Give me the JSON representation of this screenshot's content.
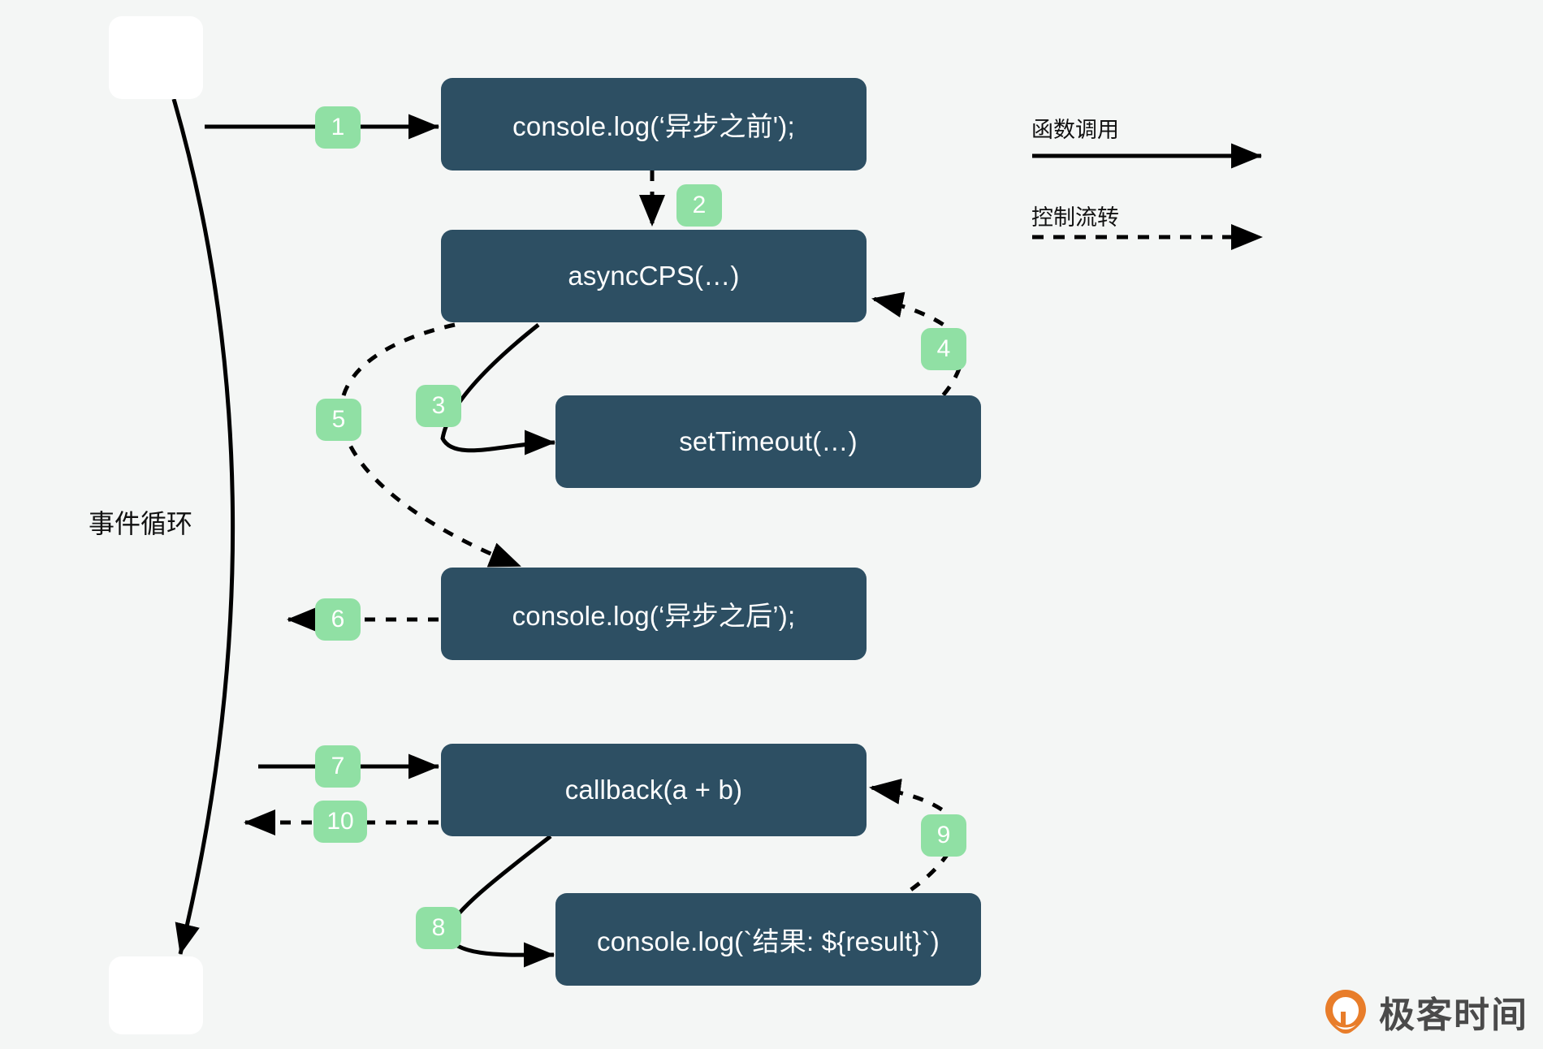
{
  "diagram": {
    "title_label": "事件循环",
    "nodes": [
      {
        "id": "log-before",
        "label": "console.log(‘异步之前');"
      },
      {
        "id": "asynccps",
        "label": "asyncCPS(…)"
      },
      {
        "id": "settimeout",
        "label": "setTimeout(…)"
      },
      {
        "id": "log-after",
        "label": "console.log(‘异步之后’);"
      },
      {
        "id": "callback",
        "label": "callback(a + b)"
      },
      {
        "id": "log-result",
        "label": "console.log(`结果: ${result}`)"
      }
    ],
    "step_badges": [
      {
        "n": "1",
        "from": "event-loop-start",
        "to": "log-before",
        "kind": "call"
      },
      {
        "n": "2",
        "from": "log-before",
        "to": "asynccps",
        "kind": "control"
      },
      {
        "n": "3",
        "from": "asynccps",
        "to": "settimeout",
        "kind": "call"
      },
      {
        "n": "4",
        "from": "settimeout",
        "to": "asynccps",
        "kind": "control"
      },
      {
        "n": "5",
        "from": "asynccps",
        "to": "log-after",
        "kind": "control"
      },
      {
        "n": "6",
        "from": "log-after",
        "to": "event-loop",
        "kind": "control"
      },
      {
        "n": "7",
        "from": "event-loop",
        "to": "callback",
        "kind": "call"
      },
      {
        "n": "8",
        "from": "callback",
        "to": "log-result",
        "kind": "call"
      },
      {
        "n": "9",
        "from": "log-result",
        "to": "callback",
        "kind": "control"
      },
      {
        "n": "10",
        "from": "callback",
        "to": "event-loop",
        "kind": "control"
      }
    ],
    "legend": [
      {
        "label": "函数调用",
        "style": "solid"
      },
      {
        "label": "控制流转",
        "style": "dashed"
      }
    ]
  },
  "watermark": {
    "text": "极客时间",
    "icon": "geekbang-logo-icon"
  },
  "colors": {
    "background": "#f4f6f5",
    "node_fill": "#2d4f63",
    "badge_fill": "#90e0a4",
    "node_text": "#ffffff",
    "stroke": "#000000",
    "endpoint_fill": "#ffffff",
    "watermark_orange": "#e87d2a"
  }
}
